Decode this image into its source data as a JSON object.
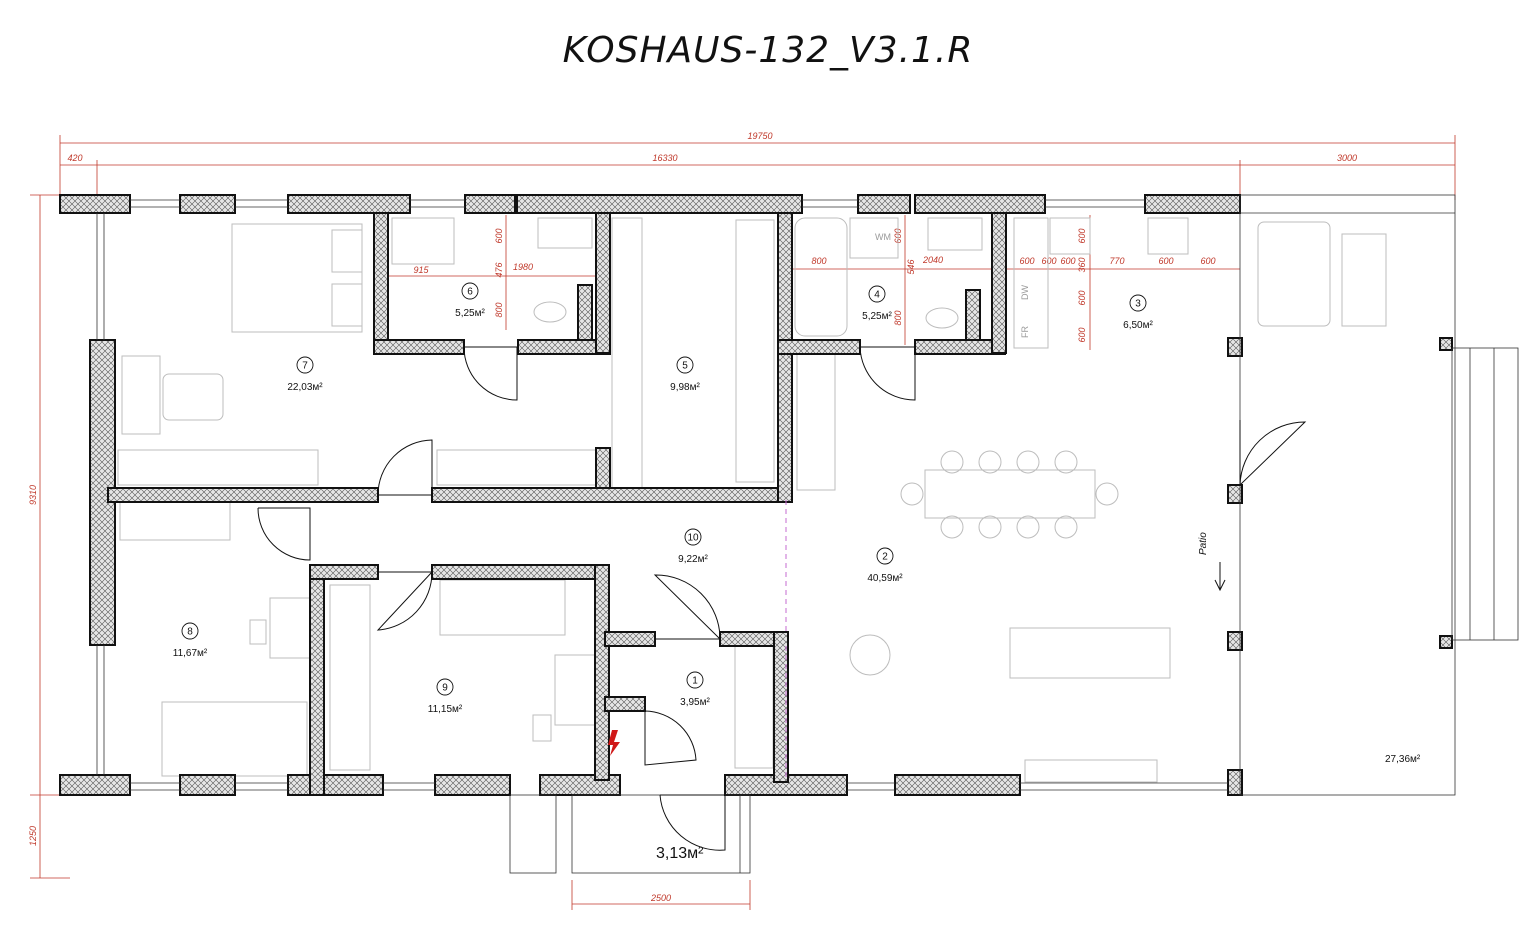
{
  "title": "KOSHAUS-132_V3.1.R",
  "dimensions": {
    "overall": "19750",
    "left_offset": "420",
    "main": "16330",
    "patio": "3000",
    "height": "9310",
    "porch_depth": "1250",
    "porch_width": "2500",
    "inner": [
      "600",
      "476",
      "1980",
      "915",
      "800",
      "600",
      "546",
      "2040",
      "800",
      "800",
      "600",
      "600",
      "600",
      "360",
      "770",
      "600",
      "600",
      "600",
      "600",
      "600"
    ]
  },
  "rooms": [
    {
      "num": "1",
      "area": "3,95м²"
    },
    {
      "num": "2",
      "area": "40,59м²"
    },
    {
      "num": "3",
      "area": "6,50м²"
    },
    {
      "num": "4",
      "area": "5,25м²"
    },
    {
      "num": "5",
      "area": "9,98м²"
    },
    {
      "num": "6",
      "area": "5,25м²"
    },
    {
      "num": "7",
      "area": "22,03м²"
    },
    {
      "num": "8",
      "area": "11,67м²"
    },
    {
      "num": "9",
      "area": "11,15м²"
    },
    {
      "num": "10",
      "area": "9,22м²"
    }
  ],
  "patio": {
    "label": "Patio",
    "area": "27,36м²"
  },
  "porch": {
    "area": "3,13м²"
  },
  "appliance_labels": {
    "wm": "WM",
    "dw": "DW",
    "fr": "FR"
  },
  "colors": {
    "dimension": "#c0392b",
    "wall": "#111111",
    "hatch": "#cfcfcf",
    "guide": "#c66bd0"
  }
}
